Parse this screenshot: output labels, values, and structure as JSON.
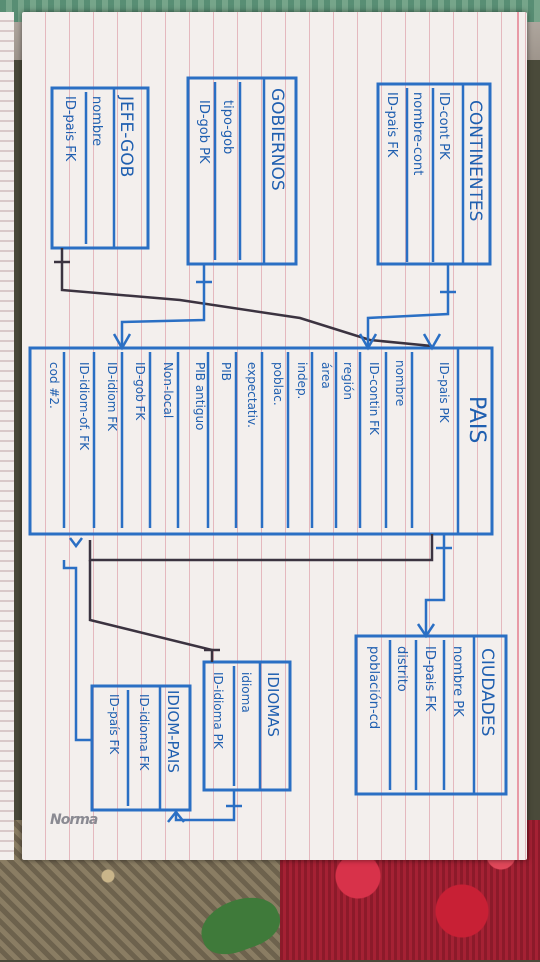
{
  "brand": "Norma",
  "entities": {
    "continentes": {
      "title": "CONTINENTES",
      "attrs": [
        "ID-cont PK",
        "nombre-cont",
        "ID-pais FK"
      ]
    },
    "gobiernos": {
      "title": "GOBIERNOS",
      "attrs": [
        "tipo-gob",
        "ID-gob PK"
      ]
    },
    "jefe_gob": {
      "title": "JEFE-GOB",
      "attrs": [
        "nombre",
        "ID-pais FK"
      ]
    },
    "pais": {
      "title": "PAIS",
      "attrs": [
        "ID-pais PK",
        "nombre",
        "ID-contin FK",
        "región",
        "área",
        "indep.",
        "poblac.",
        "expectativ.",
        "PIB",
        "PIB antiguo",
        "Non-local",
        "ID-gob FK",
        "ID-idiom FK",
        "ID-idiom-of. FK",
        "cod #2."
      ]
    },
    "ciudades": {
      "title": "CIUDADES",
      "attrs": [
        "nombre PK",
        "ID-pais FK",
        "distrito",
        "población-cd"
      ]
    },
    "idiomas": {
      "title": "IDIOMAS",
      "attrs": [
        "idioma",
        "ID-idioma PK"
      ]
    },
    "idiom_pais": {
      "title": "IDIOM-PAIS",
      "attrs": [
        "ID-idioma FK",
        "ID-país FK"
      ]
    }
  },
  "colors": {
    "ink_blue": "#2a6fc4",
    "ink_dark": "#3b3340",
    "paper": "#f3efed"
  }
}
